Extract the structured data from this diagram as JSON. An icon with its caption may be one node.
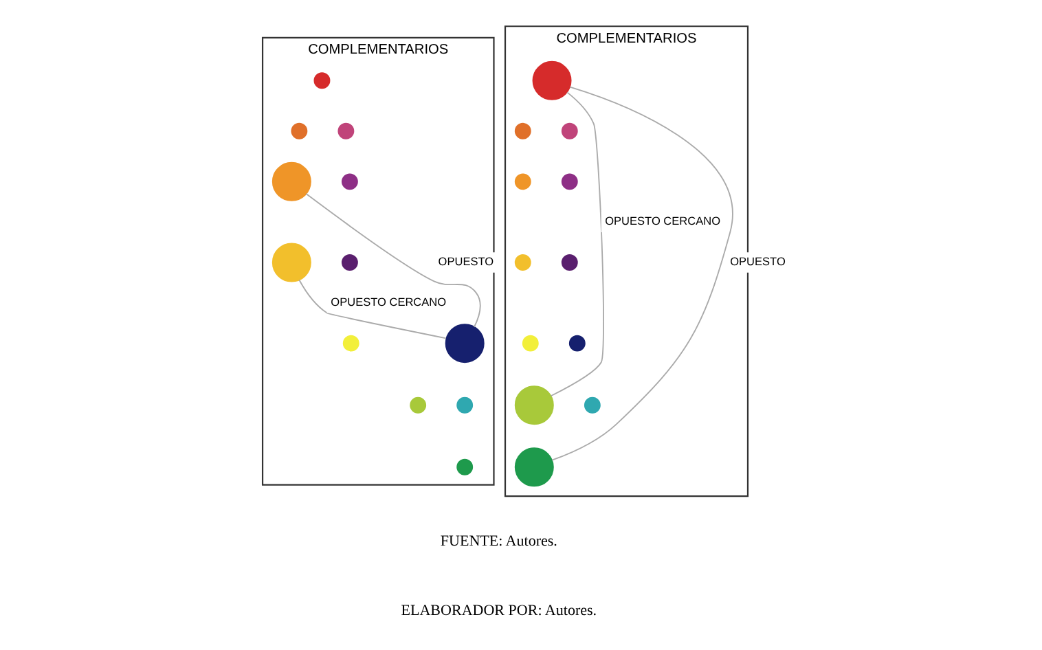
{
  "diagram": {
    "nodes": [
      {
        "text": [
          "COMPLEMENTARIOS"
        ]
      },
      {
        "text": [],
        "shape": "circle",
        "in": 0
      },
      {
        "text": [],
        "shape": "circle",
        "in": 0
      },
      {
        "text": [],
        "shape": "circle",
        "in": 0
      },
      {
        "text": [],
        "shape": "circle",
        "in": 0
      },
      {
        "text": [],
        "shape": "circle",
        "in": 0
      },
      {
        "text": [],
        "shape": "circle",
        "in": 0
      },
      {
        "text": [],
        "shape": "circle",
        "in": 0
      },
      {
        "text": [],
        "shape": "circle",
        "in": 0
      },
      {
        "text": [],
        "shape": "circle",
        "in": 0
      },
      {
        "text": [],
        "shape": "circle",
        "in": 0
      },
      {
        "text": [],
        "shape": "circle",
        "in": 0
      },
      {
        "text": [],
        "shape": "circle",
        "in": 0
      },
      {
        "text": [
          "COMPLEMENTARIOS"
        ]
      },
      {
        "text": [],
        "shape": "circle",
        "in": 13
      },
      {
        "text": [],
        "shape": "circle",
        "in": 13
      },
      {
        "text": [],
        "shape": "circle",
        "in": 13
      },
      {
        "text": [],
        "shape": "circle",
        "in": 13
      },
      {
        "text": [],
        "shape": "circle",
        "in": 13
      },
      {
        "text": [],
        "shape": "circle",
        "in": 13
      },
      {
        "text": [],
        "shape": "circle",
        "in": 13
      },
      {
        "text": [],
        "shape": "circle",
        "in": 13
      },
      {
        "text": [],
        "shape": "circle",
        "in": 13
      },
      {
        "text": [],
        "shape": "circle",
        "in": 13
      },
      {
        "text": [],
        "shape": "circle",
        "in": 13
      },
      {
        "text": [],
        "shape": "circle",
        "in": 13
      }
    ],
    "edges": [
      {
        "from": 9,
        "to": 4,
        "arrow": "none",
        "label": "OPUESTO"
      },
      {
        "from": 9,
        "to": 6,
        "arrow": "none",
        "label": "OPUESTO CERCANO"
      },
      {
        "from": 25,
        "to": 14,
        "arrow": "none",
        "label": "OPUESTO"
      },
      {
        "from": 23,
        "to": 14,
        "arrow": "none",
        "label": "OPUESTO CERCANO"
      }
    ],
    "labels": [
      "FUENTE: Autores.",
      "ELABORADOR POR: Autores."
    ]
  }
}
